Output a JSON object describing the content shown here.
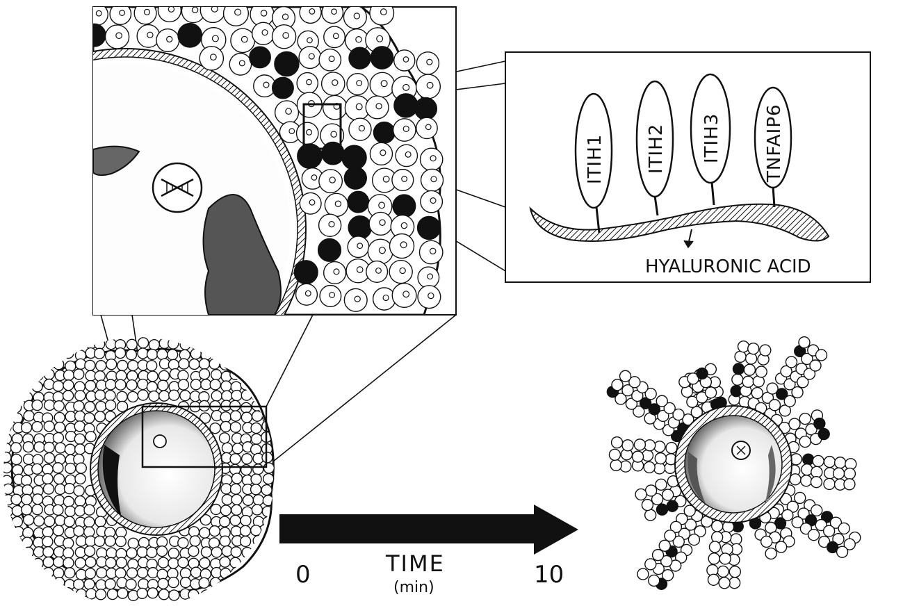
{
  "inset": {
    "proteins": [
      "ITIH1",
      "ITIH2",
      "ITIH3",
      "TNFAIP6"
    ],
    "backbone_label": "HYALURONIC ACID"
  },
  "time_arrow": {
    "start": "0",
    "end": "10",
    "label": "TIME",
    "unit": "(min)"
  },
  "colors": {
    "ink": "#111111",
    "paper": "#ffffff",
    "oocyte_shadow": "#555555"
  },
  "icons": [
    "dna-icon",
    "cell-icon",
    "arrow-icon"
  ]
}
